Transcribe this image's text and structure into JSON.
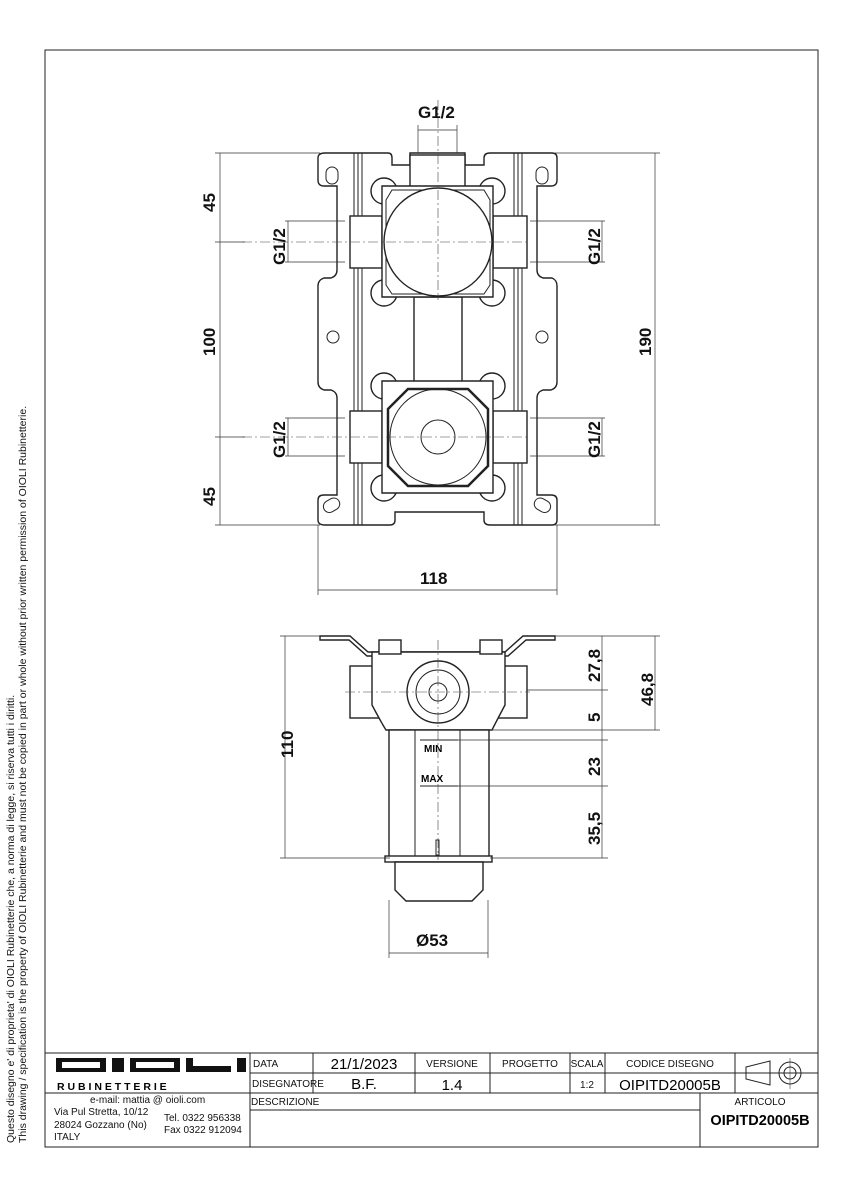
{
  "side_note": {
    "line_it": "Questo disegno e' di proprieta' di OIOLI Rubinetterie che, a norma di legge, si riserva tutti i diritti.",
    "line_en": "This drawing / specification is the property of OIOLI Rubinetterie and must not be copied in part or whole without prior written permission of OIOLI Rubinetterie."
  },
  "drawing": {
    "top_view": {
      "thread_top": "G1/2",
      "thread_left_upper": "G1/2",
      "thread_right_upper": "G1/2",
      "thread_left_lower": "G1/2",
      "thread_right_lower": "G1/2",
      "dim_top": "45",
      "dim_middle": "100",
      "dim_bottom": "45",
      "dim_height": "190",
      "dim_width": "118"
    },
    "side_view": {
      "dim_total": "110",
      "dim_27_8": "27,8",
      "dim_46_8": "46,8",
      "dim_5": "5",
      "dim_23": "23",
      "dim_35_5": "35,5",
      "dim_diameter": "Ø53",
      "mark_min": "MIN",
      "mark_max": "MAX"
    }
  },
  "title_block": {
    "logo_text": "OIOLI",
    "logo_sub": "R U B I N E T T E R I E",
    "email": "e-mail:  mattia @ oioli.com",
    "address_1": "Via Pul Stretta, 10/12",
    "address_2": "28024 Gozzano (No)",
    "address_3": "ITALY",
    "tel": "Tel. 0322 956338",
    "fax": "Fax 0322 912094",
    "data_label": "DATA",
    "data_value": "21/1/2023",
    "disegnatore_label": "DISEGNATORE",
    "disegnatore_value": "B.F.",
    "versione_label": "VERSIONE",
    "versione_value": "1.4",
    "progetto_label": "PROGETTO",
    "progetto_value": "",
    "scala_label": "SCALA",
    "scala_value": "1:2",
    "codice_label": "CODICE DISEGNO",
    "codice_value": "OIPITD20005B",
    "descrizione_label": "DESCRIZIONE",
    "articolo_label": "ARTICOLO",
    "articolo_value": "OIPITD20005B"
  }
}
